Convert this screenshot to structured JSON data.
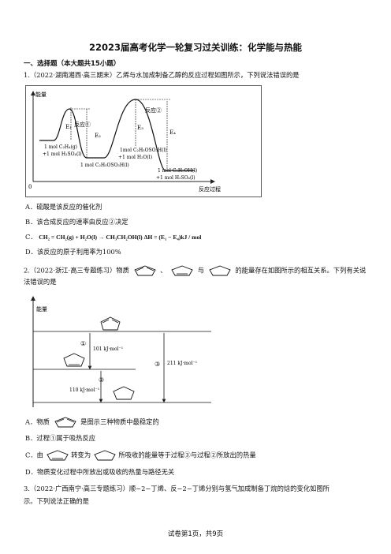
{
  "title": "22023届高考化学一轮复习过关训练：化学能与热能",
  "section": "一、选择题（本大题共15小题）",
  "q1": {
    "stem": "1.（2022·湖南湘西·高三期末）乙烯与水加成制备乙醇的反应过程如图所示，下列说法错误的是",
    "diagram": {
      "y_label": "能量",
      "x_label": "反应过程",
      "origin": "0",
      "step1": "反应①",
      "step2": "反应②",
      "E1": "E₁",
      "E2": "E₂",
      "E3": "E₃",
      "E4": "E₄",
      "state1_a": "1 mol C₂H₄(g)",
      "state1_b": "+1 mol H₂SO₄(l)",
      "state2": "1 mol C₂H₅OSO₃H(l)",
      "state3_a": "1mol C₂H₅OSO₃H(l)",
      "state3_b": "+1 mol H₂O(l)",
      "state4_a": "1 mol C₂H₅OH(l)",
      "state4_b": "+1 mol H₂SO₄(l)"
    },
    "optA": "A．硫酸是该反应的催化剂",
    "optB": "B．该合成反应的速率由反应②决定",
    "optC_label": "C．",
    "optC_eq": "CH₂ = CH₂(g) + H₂O(l) → CH₃CH₂OH(l)   ΔH = (E₁ − E₄)kJ / mol",
    "optD": "D．该反应的原子利用率为100%"
  },
  "q2": {
    "stem_a": "2.（2022·浙江·高三专题练习）物质",
    "stem_b": "、",
    "stem_c": "与",
    "stem_d": "的能量存在如图所示的相互关系。下列有关说",
    "stem_line2": "法错误的是",
    "diagram": {
      "y_label": "能量",
      "step1": "①",
      "step2": "②",
      "step3": "③",
      "e1": "101 kJ·mol⁻¹",
      "e2": "110 kJ·mol⁻¹",
      "e3": "211 kJ·mol⁻¹"
    },
    "optA_a": "A．物质",
    "optA_b": "是图示三种物质中最稳定的",
    "optB": "B．过程①属于吸热反应",
    "optC_a": "C．由",
    "optC_b": "转变为",
    "optC_c": "所吸收的能量等于过程③与过程②所放出的热量",
    "optD": "D．物质变化过程中所放出或吸收的热量与路径无关"
  },
  "q3": {
    "stem": "3.（2022·广西南宁·高三专题练习）顺−2−丁烯、反−2−丁烯分别与氢气加成制备丁烷的焓的变化如图所",
    "stem_line2": "示。下列说法正确的是"
  },
  "footer": "试卷第1页，共9页"
}
